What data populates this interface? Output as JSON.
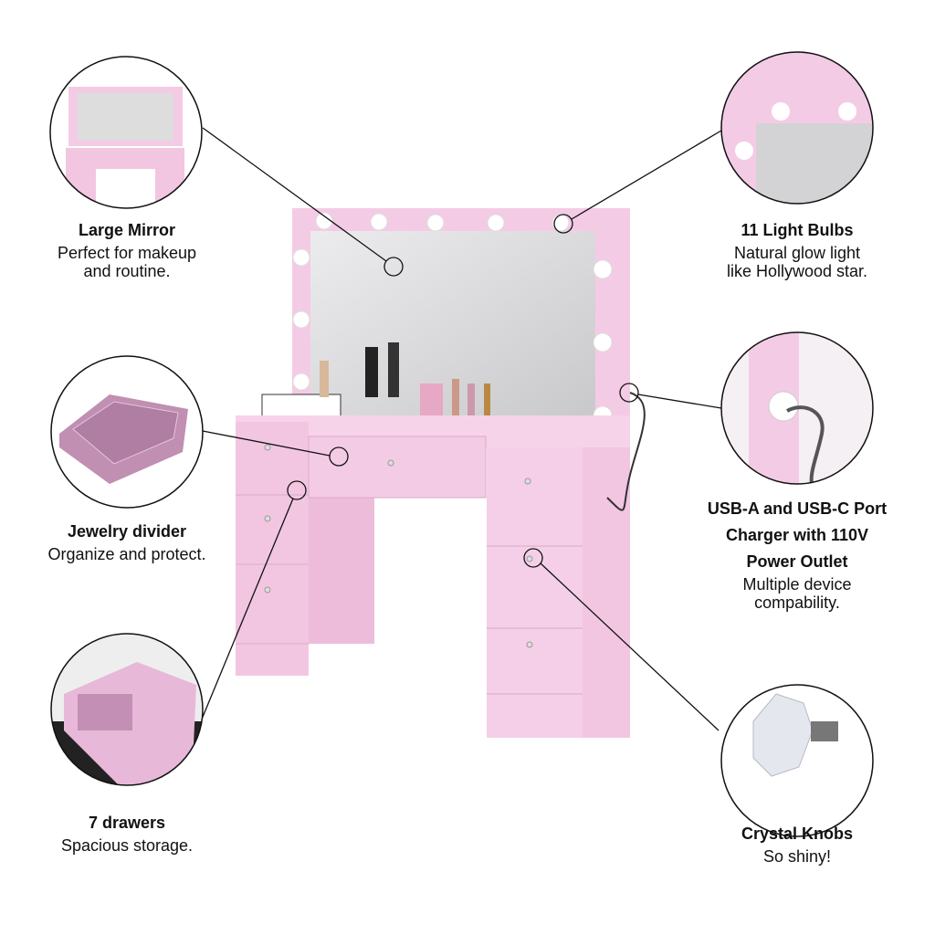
{
  "callouts": [
    {
      "id": "mirror",
      "title": [
        "Large Mirror"
      ],
      "desc": [
        "Perfect for makeup",
        "and routine."
      ]
    },
    {
      "id": "bulbs",
      "title": [
        "11 Light Bulbs"
      ],
      "desc": [
        "Natural glow light",
        "like Hollywood star."
      ]
    },
    {
      "id": "jewelry",
      "title": [
        "Jewelry divider"
      ],
      "desc": [
        "Organize and protect."
      ]
    },
    {
      "id": "usb",
      "title": [
        "USB-A and USB-C Port",
        "Charger with 110V",
        "Power Outlet"
      ],
      "desc": [
        "Multiple device",
        "compability."
      ]
    },
    {
      "id": "drawers",
      "title": [
        "7 drawers"
      ],
      "desc": [
        "Spacious storage."
      ]
    },
    {
      "id": "knobs",
      "title": [
        "Crystal Knobs"
      ],
      "desc": [
        "So shiny!"
      ]
    }
  ],
  "colors": {
    "pink": "#f4cbe5",
    "pink_dark": "#e6b3d3",
    "mirror": "#d9d9dc",
    "line": "#111111"
  }
}
